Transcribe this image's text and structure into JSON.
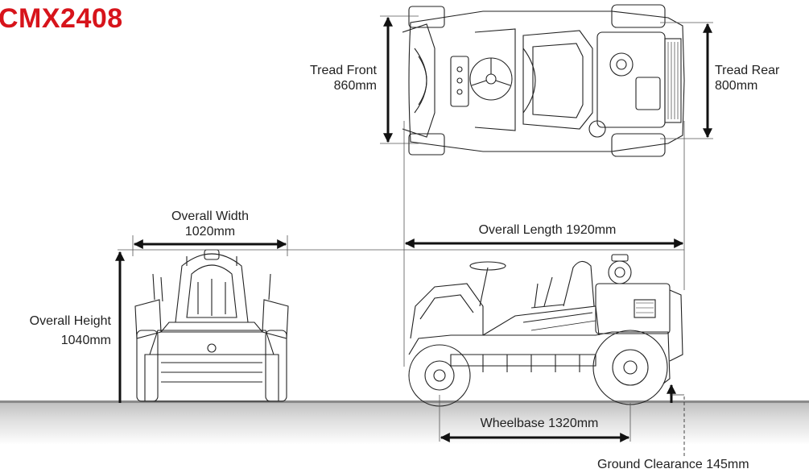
{
  "model": "CMX2408",
  "dimensions": {
    "tread_front": {
      "label": "Tread Front",
      "value": "860mm"
    },
    "tread_rear": {
      "label": "Tread Rear",
      "value": "800mm"
    },
    "overall_width": {
      "label": "Overall Width",
      "value": "1020mm"
    },
    "overall_length": "Overall Length 1920mm",
    "overall_height": {
      "label": "Overall Height",
      "value": "1040mm"
    },
    "wheelbase": "Wheelbase 1320mm",
    "ground_clearance": "Ground Clearance 145mm"
  },
  "colors": {
    "title": "#d7141b",
    "line": "#111111",
    "ground": "#8a8a8a"
  }
}
